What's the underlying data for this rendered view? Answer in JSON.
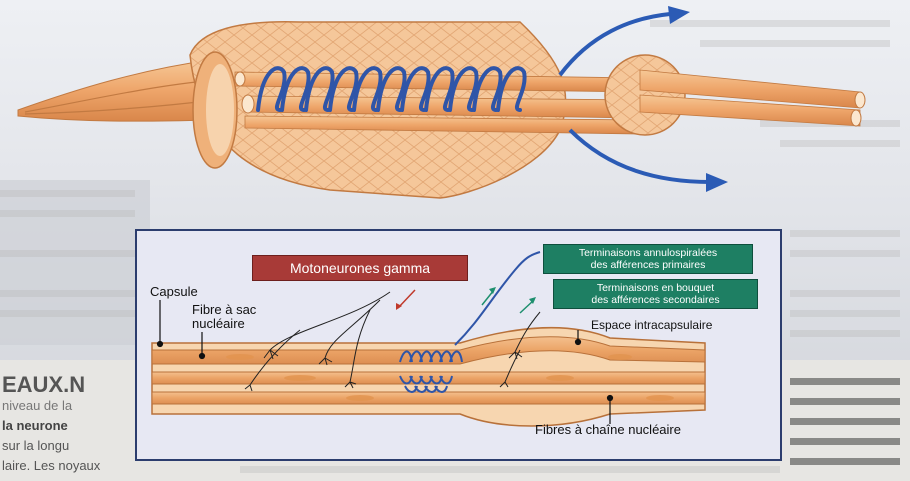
{
  "labels": {
    "motoneurones": "Motoneurones gamma",
    "annulo_line1": "Terminaisons annulospiralées",
    "annulo_line2": "des afférences primaires",
    "bouquet_line1": "Terminaisons en bouquet",
    "bouquet_line2": "des afférences secondaires",
    "capsule": "Capsule",
    "fibre_sac_line1": "Fibre à sac",
    "fibre_sac_line2": "nucléaire",
    "espace": "Espace intracapsulaire",
    "fibres_chaine": "Fibres à chaîne nucléaire"
  },
  "colors": {
    "muscle_fill": "#f0b37c",
    "muscle_dark": "#c97a3e",
    "coil": "#2f55a8",
    "arrow_blue": "#2b5bb5",
    "red_box": "#a83a37",
    "teal_box": "#1e7f63",
    "panel_border": "#2c3d6e"
  },
  "background_text": {
    "left_heading_fragment": "EAUX.N",
    "left_lines": [
      "niveau de la",
      "la neurone",
      "sur la longu",
      "laire. Les noyaux"
    ]
  }
}
